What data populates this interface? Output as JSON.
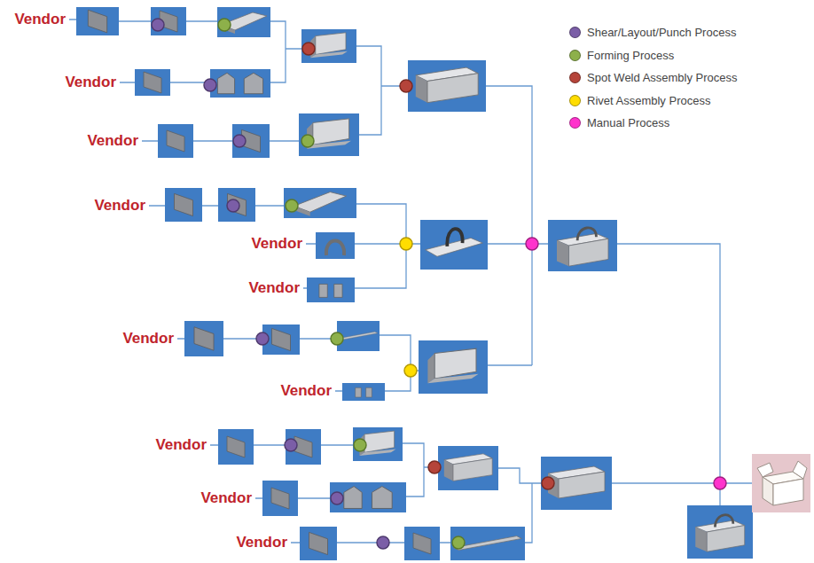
{
  "diagram": {
    "labels": [
      "Vendor",
      "Vendor",
      "Vendor",
      "Vendor",
      "Vendor",
      "Vendor",
      "Vendor",
      "Vendor",
      "Vendor",
      "Vendor",
      "Vendor"
    ],
    "legend": [
      {
        "text": "Shear/Layout/Punch Process",
        "color": "#7b5ea7"
      },
      {
        "text": "Forming Process",
        "color": "#8db04a"
      },
      {
        "text": "Spot Weld Assembly Process",
        "color": "#b5443a"
      },
      {
        "text": "Rivet Assembly Process",
        "color": "#ffdd00"
      },
      {
        "text": "Manual Process",
        "color": "#ff33cc"
      }
    ]
  }
}
